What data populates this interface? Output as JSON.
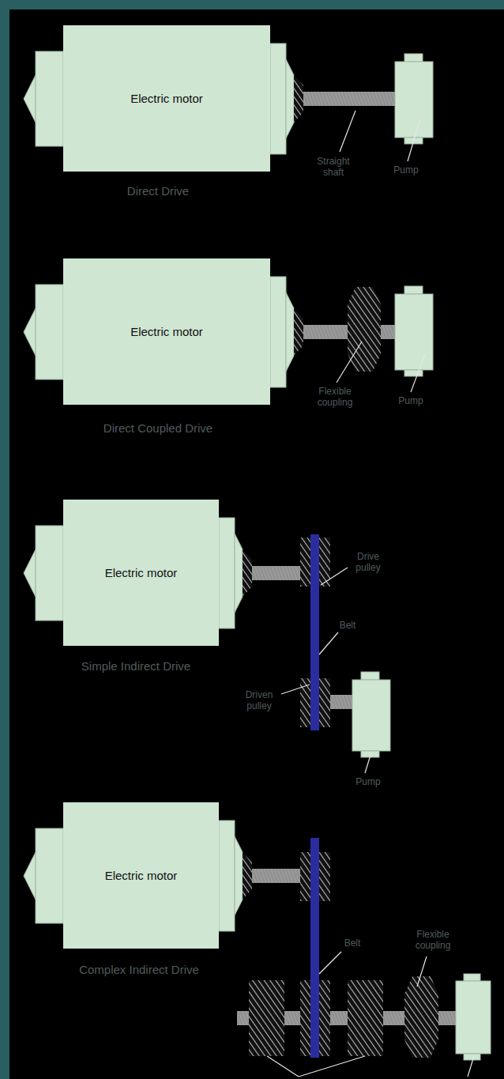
{
  "diagram": {
    "nodes": [
      {
        "text": [
          "Electric motor"
        ]
      },
      {
        "text": [
          "Electric motor"
        ]
      },
      {
        "text": [
          "Electric motor"
        ]
      },
      {
        "text": [
          "Electric motor"
        ]
      }
    ],
    "labels": [
      "Straight shaft",
      "Pump",
      "Direct Drive",
      "Flexible coupling",
      "Pump",
      "Direct Coupled Drive",
      "Drive pulley",
      "Belt",
      "Simple Indirect Drive",
      "Driven pulley",
      "Pump",
      "Belt",
      "Flexible coupling",
      "Complex Indirect Drive"
    ]
  }
}
